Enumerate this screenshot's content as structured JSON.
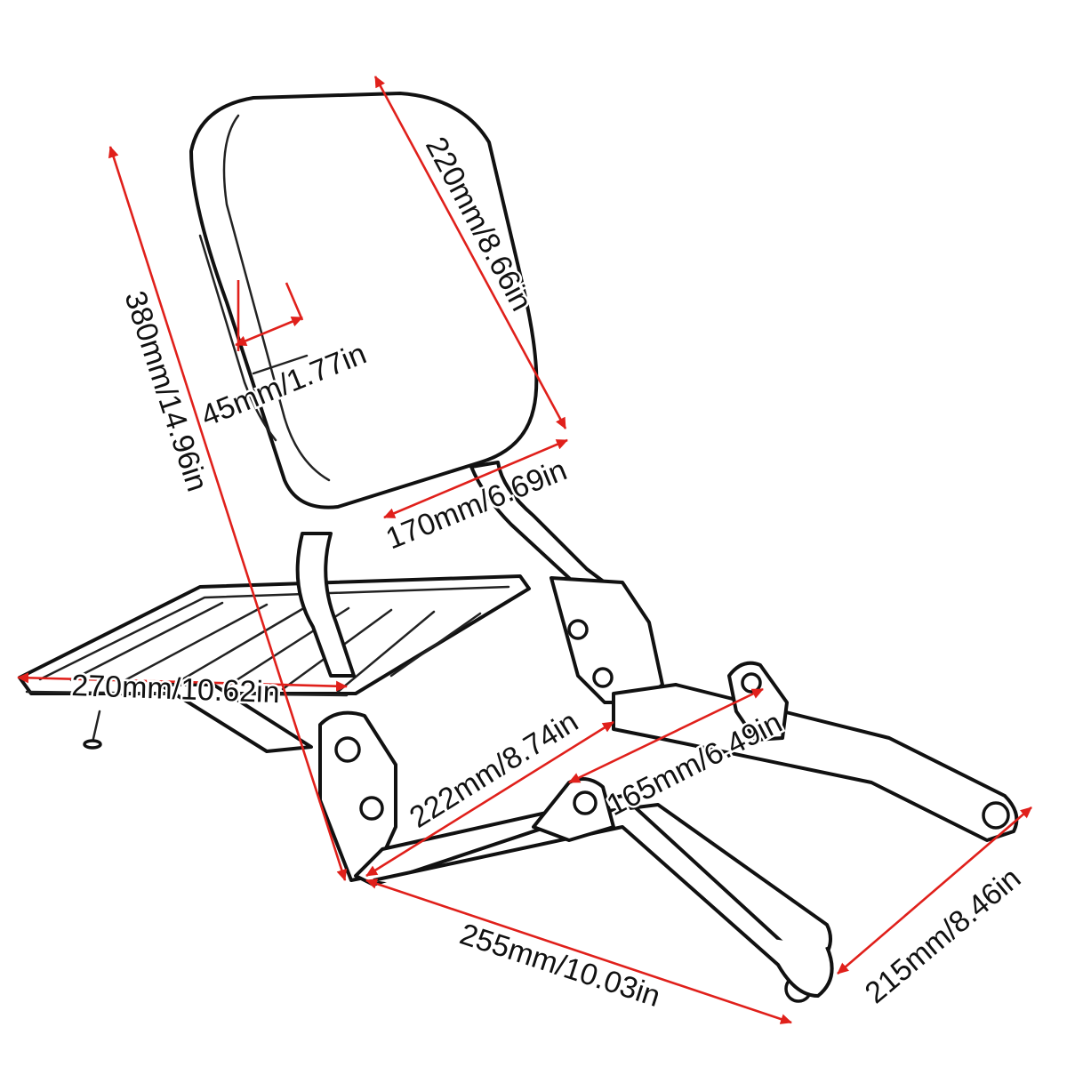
{
  "accent_color": "#e0201b",
  "dimensions": {
    "backrest_height": "220mm/8.66in",
    "overall_height": "380mm/14.96in",
    "stitch_width": "45mm/1.77in",
    "backrest_width": "170mm/6.69in",
    "rack_length": "270mm/10.62in",
    "mount_span": "222mm/8.74in",
    "bracket_span": "165mm/6.49in",
    "rail_length": "255mm/10.03in",
    "rear_width": "215mm/8.46in"
  }
}
